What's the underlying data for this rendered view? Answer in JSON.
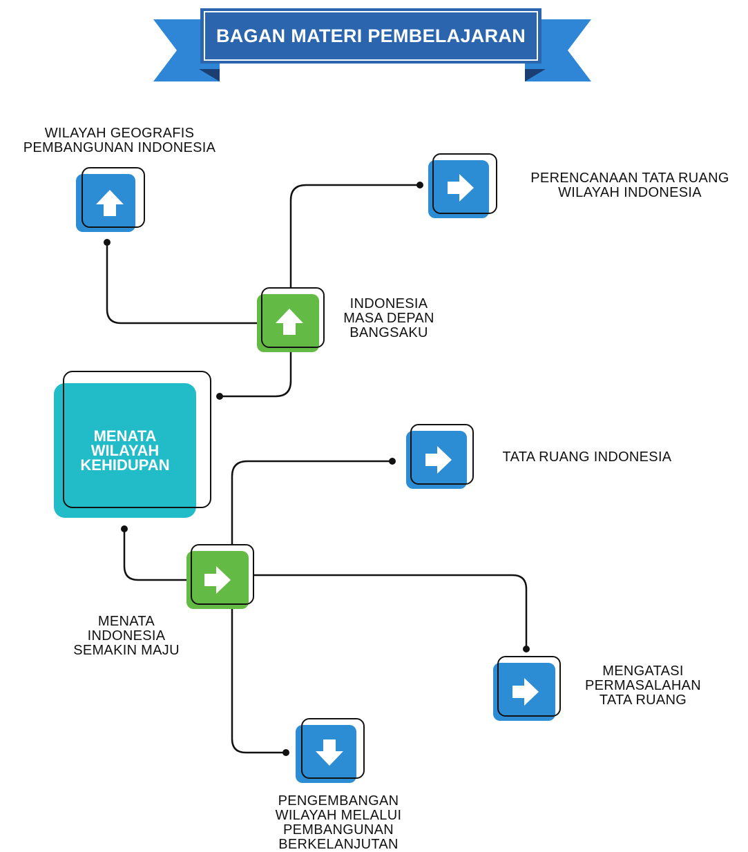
{
  "colors": {
    "banner": "#2a65ae",
    "banner_ribbon": "#2f86d6",
    "center_box": "#21bcc7",
    "blue_node": "#2c8cd4",
    "green_node": "#63bb45",
    "line": "#111111"
  },
  "banner": {
    "title": "BAGAN MATERI PEMBELAJARAN"
  },
  "center": {
    "title": "MENATA\nWILAYAH\nKEHIDUPAN"
  },
  "branches": {
    "indonesia_masa_depan": {
      "label": "INDONESIA\nMASA DEPAN\nBANGSAKU",
      "icon": "arrow-up-icon",
      "color": "green"
    },
    "menata_indonesia": {
      "label": "MENATA\nINDONESIA\nSEMAKIN MAJU",
      "icon": "arrow-right-icon",
      "color": "green"
    }
  },
  "topics": {
    "wilayah_geografis": {
      "label": "WILAYAH GEOGRAFIS\nPEMBANGUNAN INDONESIA",
      "icon": "arrow-up-icon"
    },
    "perencanaan_tata_ruang": {
      "label": "PERENCANAAN TATA RUANG\nWILAYAH INDONESIA",
      "icon": "arrow-right-icon"
    },
    "tata_ruang_indonesia": {
      "label": "TATA RUANG INDONESIA",
      "icon": "arrow-right-icon"
    },
    "mengatasi_permasalahan": {
      "label": "MENGATASI\nPERMASALAHAN\nTATA RUANG",
      "icon": "arrow-right-icon"
    },
    "pengembangan_wilayah": {
      "label": "PENGEMBANGAN\nWILAYAH MELALUI\nPEMBANGUNAN\nBERKELANJUTAN",
      "icon": "arrow-down-icon"
    }
  }
}
